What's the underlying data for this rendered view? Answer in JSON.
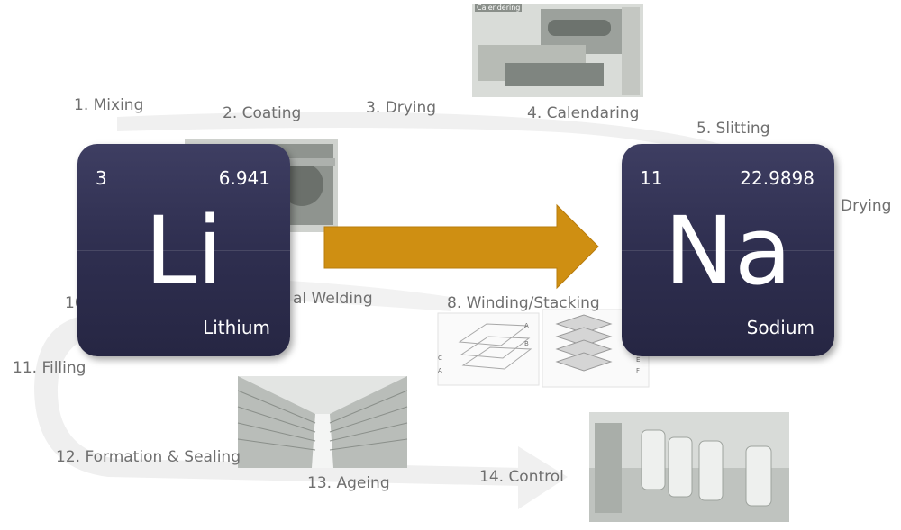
{
  "colors": {
    "tile_top": "#3e3e62",
    "tile_bottom": "#262643",
    "arrow": "#cf8f12",
    "arrow_stroke": "#b97c0c",
    "flow_band": "#f0f0f0",
    "step_text": "#6f6f6f"
  },
  "steps": {
    "mixing": "1. Mixing",
    "coating": "2. Coating",
    "drying": "3. Drying",
    "calendaring": "4. Calendaring",
    "slitting": "5. Slitting",
    "drying2": "Drying",
    "welding": "al Welding",
    "winding": "8. Winding/Stacking",
    "ten": "10",
    "filling": "11. Filling",
    "formation": "12. Formation & Sealing",
    "ageing": "13. Ageing",
    "control": "14. Control"
  },
  "photos": {
    "calendering_caption": "Calendering"
  },
  "lithium": {
    "number": "3",
    "mass": "6.941",
    "symbol": "Li",
    "name": "Lithium"
  },
  "sodium": {
    "number": "11",
    "mass": "22.9898",
    "symbol": "Na",
    "name": "Sodium"
  },
  "diagram_letters": {
    "a": "A",
    "b": "B",
    "c": "C",
    "e": "E",
    "f": "F"
  },
  "icons": {
    "main_arrow": "right-arrow-icon",
    "flow_arrow": "flow-arrowhead-icon"
  }
}
